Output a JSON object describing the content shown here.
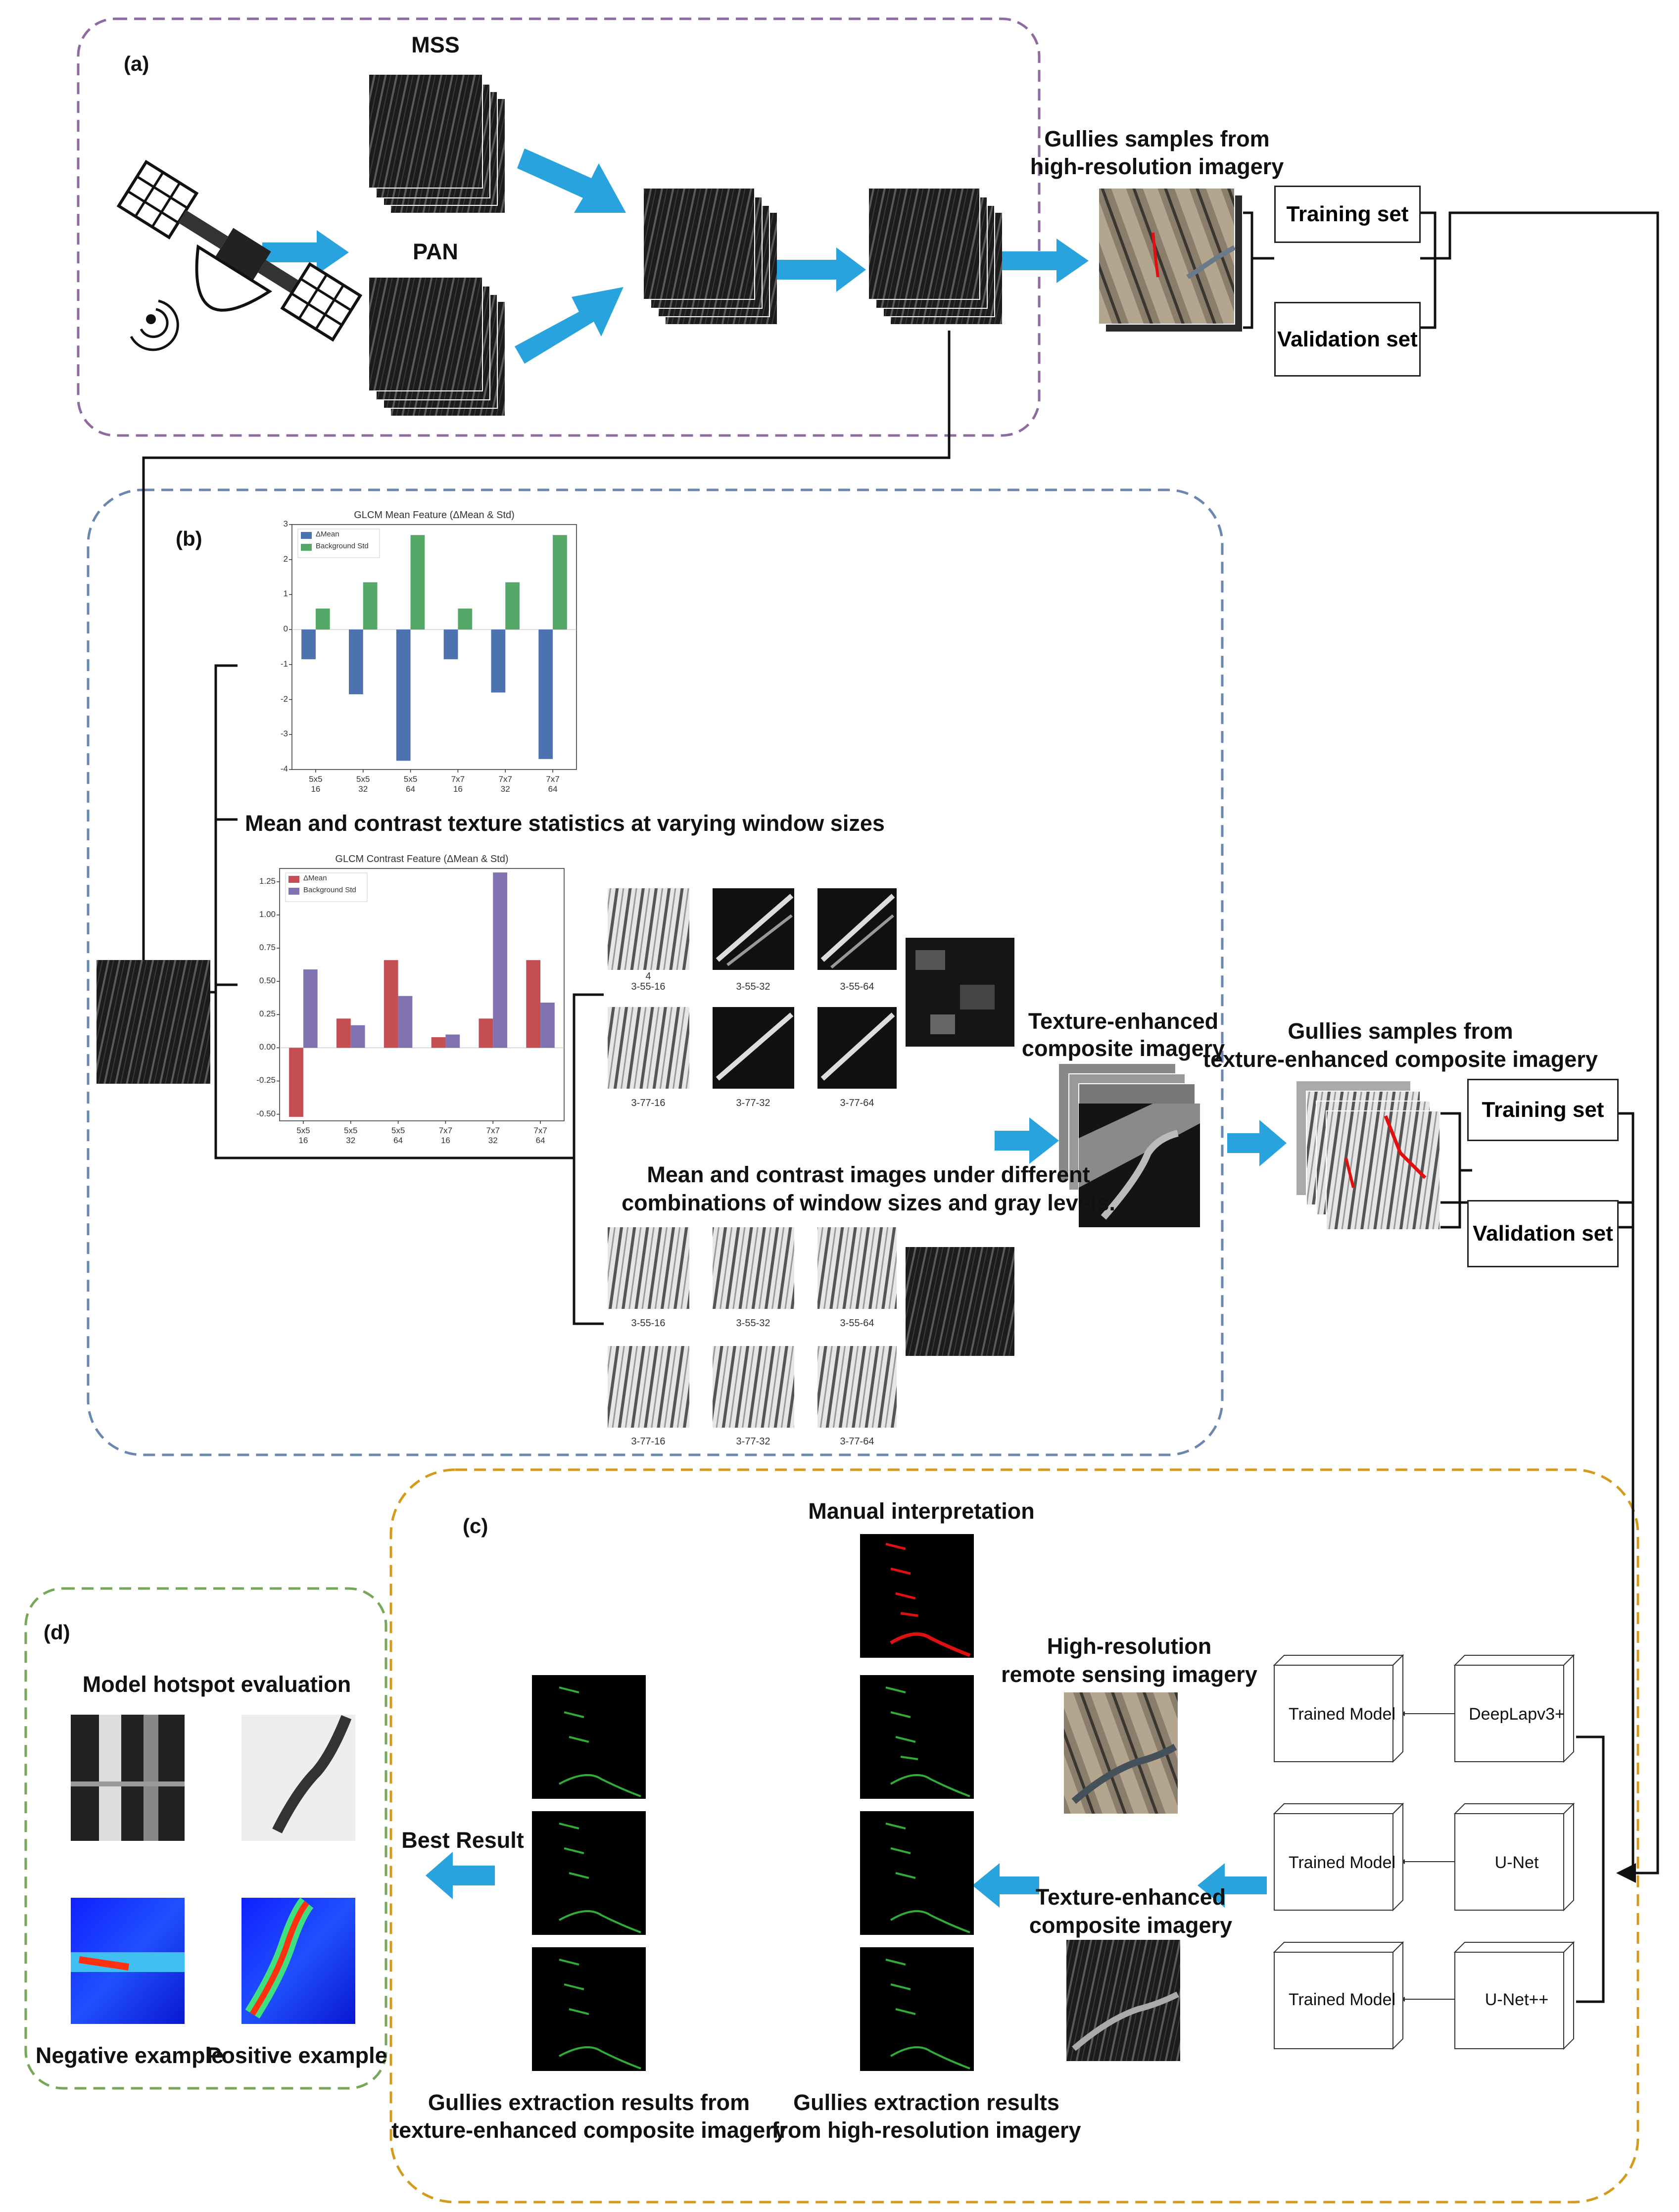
{
  "panels": {
    "a": "(a)",
    "b": "(b)",
    "c": "(c)",
    "d": "(d)"
  },
  "section_a": {
    "mss_label": "MSS",
    "pan_label": "PAN",
    "samples_title": [
      "Gullies samples from",
      "high-resolution imagery"
    ],
    "training_set": "Training set",
    "validation_set": "Validation set"
  },
  "section_b": {
    "stats_caption": "Mean and contrast texture statistics at varying window sizes",
    "texture_title": [
      "Texture-enhanced",
      "composite imagery"
    ],
    "samples_title": [
      "Gullies samples from",
      "texture-enhanced composite imagery"
    ],
    "training_set": "Training set",
    "validation_set": "Validation set",
    "images_caption": [
      "Mean and contrast images under different",
      "combinations of window sizes and gray levels."
    ],
    "contrast_thumb_labels": [
      "3-55-16",
      "3-55-32",
      "3-55-64",
      "3-77-16",
      "3-77-32",
      "3-77-64"
    ],
    "mean_thumb_labels": [
      "3-55-16",
      "3-55-32",
      "3-55-64",
      "3-77-16",
      "3-77-32",
      "3-77-64"
    ],
    "stray_label": "4"
  },
  "section_c": {
    "manual_title": "Manual interpretation",
    "hr_title": [
      "High-resolution",
      "remote sensing imagery"
    ],
    "te_title": [
      "Texture-enhanced",
      "composite imagery"
    ],
    "best_result": "Best Result",
    "results_te": [
      "Gullies extraction results from",
      "texture-enhanced composite imagery"
    ],
    "results_hr": [
      "Gullies extraction results",
      "from high-resolution imagery"
    ],
    "trained_model": "Trained Model",
    "models": [
      "DeepLapv3+",
      "U-Net",
      "U-Net++"
    ]
  },
  "section_d": {
    "title": "Model hotspot evaluation",
    "negative": "Negative example",
    "positive": "Positive example"
  },
  "colors": {
    "panel_a": "#8e6aa0",
    "panel_b": "#6b87b0",
    "panel_c": "#d49a1c",
    "panel_d": "#77a85a",
    "arrow": "#29a3dd",
    "delta_mean_glcm": "#4c72b0",
    "background_std_glcm": "#55a868",
    "delta_mean_contrast": "#c44e52",
    "background_std_contrast": "#8172b2",
    "gully_red": "#e01010",
    "gully_green": "#2fae3a"
  },
  "chart_data": [
    {
      "type": "bar",
      "title": "GLCM Mean Feature (ΔMean & Std)",
      "categories": [
        [
          "5x5",
          "16"
        ],
        [
          "5x5",
          "32"
        ],
        [
          "5x5",
          "64"
        ],
        [
          "7x7",
          "16"
        ],
        [
          "7x7",
          "32"
        ],
        [
          "7x7",
          "64"
        ]
      ],
      "series": [
        {
          "name": "ΔMean",
          "values": [
            -0.85,
            -1.85,
            -3.75,
            -0.85,
            -1.8,
            -3.7
          ]
        },
        {
          "name": "Background Std",
          "values": [
            0.6,
            1.35,
            2.7,
            0.6,
            1.35,
            2.7
          ]
        }
      ],
      "ylim": [
        -4,
        3
      ],
      "yticks": [
        "-4",
        "-3",
        "-2",
        "-1",
        "0",
        "1",
        "2",
        "3"
      ],
      "legend": "top-left"
    },
    {
      "type": "bar",
      "title": "GLCM Contrast Feature (ΔMean & Std)",
      "categories": [
        [
          "5x5",
          "16"
        ],
        [
          "5x5",
          "32"
        ],
        [
          "5x5",
          "64"
        ],
        [
          "7x7",
          "16"
        ],
        [
          "7x7",
          "32"
        ],
        [
          "7x7",
          "64"
        ]
      ],
      "series": [
        {
          "name": "ΔMean",
          "values": [
            -0.52,
            0.22,
            0.66,
            0.08,
            0.22,
            0.66
          ]
        },
        {
          "name": "Background Std",
          "values": [
            0.59,
            0.17,
            0.39,
            0.1,
            1.32,
            0.34
          ]
        }
      ],
      "ylim": [
        -0.55,
        1.35
      ],
      "yticks": [
        "-0.50",
        "-0.25",
        "0.00",
        "0.25",
        "0.50",
        "0.75",
        "1.00",
        "1.25"
      ],
      "legend": "top-left"
    }
  ]
}
